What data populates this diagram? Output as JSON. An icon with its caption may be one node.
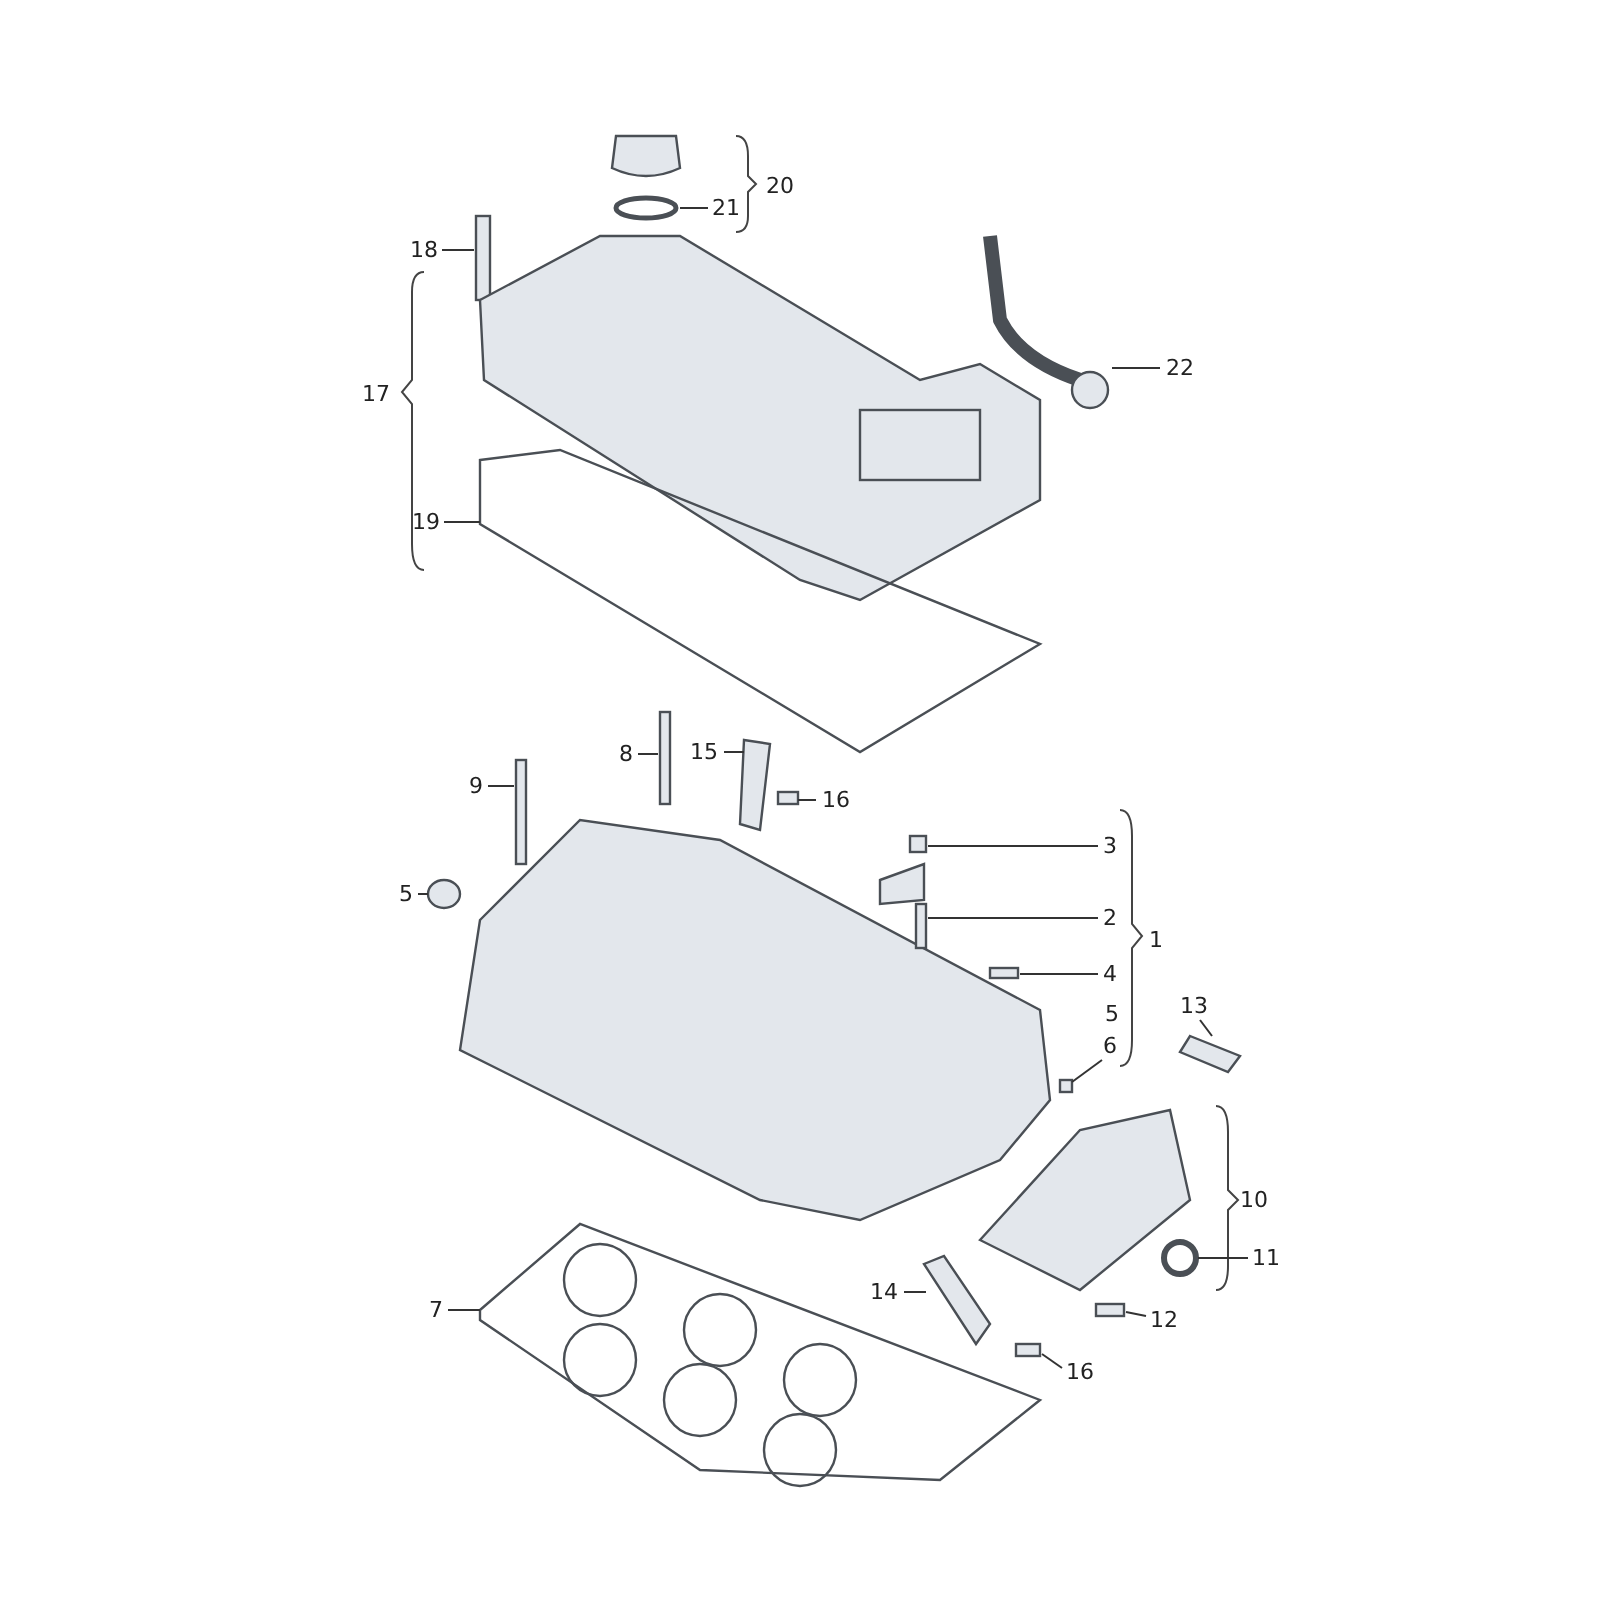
{
  "diagram": {
    "nodes": [
      {
        "text": [
          "21"
        ]
      },
      {
        "text": [
          "18"
        ]
      },
      {
        "text": [
          "22"
        ]
      },
      {
        "text": [
          "19"
        ]
      },
      {
        "text": [
          "8"
        ]
      },
      {
        "text": [
          "15"
        ]
      },
      {
        "text": [
          "16"
        ]
      },
      {
        "text": [
          "9"
        ]
      },
      {
        "text": [
          "3"
        ]
      },
      {
        "text": [
          "5"
        ]
      },
      {
        "text": [
          "2"
        ]
      },
      {
        "text": [
          "4"
        ]
      },
      {
        "text": [
          "6"
        ]
      },
      {
        "text": [
          "13"
        ]
      },
      {
        "text": [
          "14"
        ]
      },
      {
        "text": [
          "11"
        ]
      },
      {
        "text": [
          "12"
        ]
      },
      {
        "text": [
          "7"
        ]
      },
      {
        "text": [
          "16"
        ]
      }
    ],
    "edges": [
      {
        "from": 0,
        "to": null,
        "arrow": "none"
      },
      {
        "from": 1,
        "to": null,
        "arrow": "none"
      },
      {
        "from": 2,
        "to": null,
        "arrow": "none"
      },
      {
        "from": 3,
        "to": null,
        "arrow": "none"
      },
      {
        "from": 4,
        "to": null,
        "arrow": "none"
      },
      {
        "from": 5,
        "to": null,
        "arrow": "none"
      },
      {
        "from": 6,
        "to": null,
        "arrow": "none"
      },
      {
        "from": 7,
        "to": null,
        "arrow": "none"
      },
      {
        "from": 8,
        "to": null,
        "arrow": "none"
      },
      {
        "from": 9,
        "to": null,
        "arrow": "none"
      },
      {
        "from": 10,
        "to": null,
        "arrow": "none"
      },
      {
        "from": 11,
        "to": null,
        "arrow": "none"
      },
      {
        "from": 12,
        "to": null,
        "arrow": "none"
      },
      {
        "from": 13,
        "to": null,
        "arrow": "none"
      },
      {
        "from": 14,
        "to": null,
        "arrow": "none"
      },
      {
        "from": 15,
        "to": null,
        "arrow": "none"
      },
      {
        "from": 16,
        "to": null,
        "arrow": "none"
      },
      {
        "from": 17,
        "to": null,
        "arrow": "none"
      },
      {
        "from": 18,
        "to": null,
        "arrow": "none"
      }
    ],
    "labels": [
      "20",
      "17",
      "1",
      "5",
      "10"
    ]
  }
}
